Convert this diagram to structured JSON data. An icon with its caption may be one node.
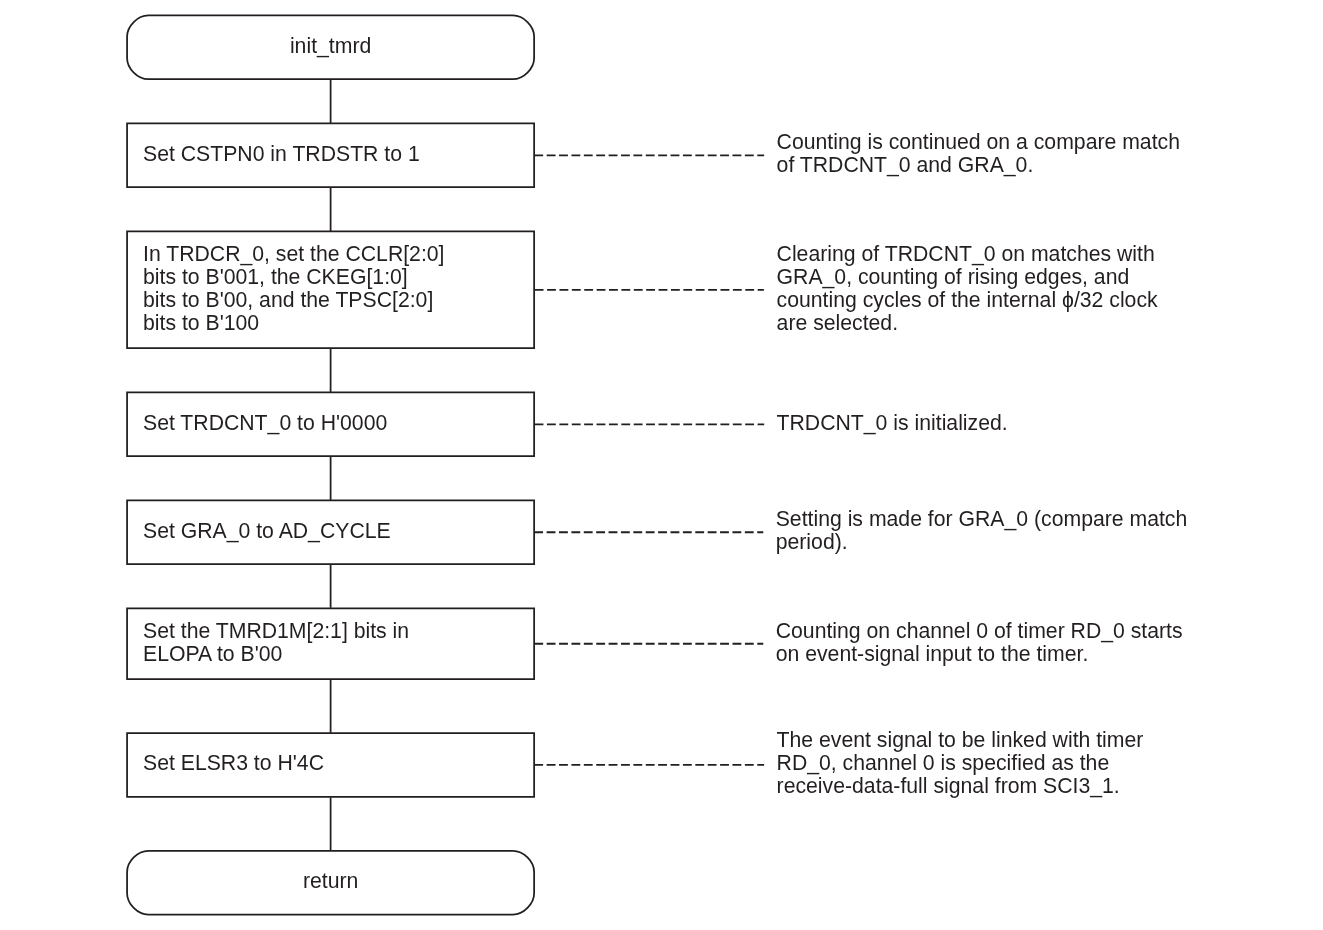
{
  "diagram": {
    "nodes": [
      {
        "text": [
          "init_tmrd"
        ]
      },
      {
        "text": [
          "Set CSTPN0 in TRDSTR to 1"
        ]
      },
      {
        "text": [
          "Counting is continued on a compare match of TRDCNT_0 and GRA_0."
        ]
      },
      {
        "text": [
          "In TRDCR_0, set the CCLR[2:0] bits to B'001, the CKEG[1:0] bits to B'00, and the TPSC[2:0] bits to B'100"
        ]
      },
      {
        "text": [
          "Clearing of TRDCNT_0 on matches with GRA_0, counting of rising edges, and counting cycles of the internal ϕ/32 clock are selected."
        ]
      },
      {
        "text": [
          "Set TRDCNT_0 to H'0000"
        ]
      },
      {
        "text": [
          "TRDCNT_0 is initialized."
        ]
      },
      {
        "text": [
          "Set GRA_0 to AD_CYCLE"
        ]
      },
      {
        "text": [
          "Setting is made for GRA_0 (compare match period)."
        ]
      },
      {
        "text": [
          "Set the TMRD1M[2:1] bits in ELOPA to B'00"
        ]
      },
      {
        "text": [
          "Counting on channel 0 of timer RD_0 starts on event-signal input to the timer."
        ]
      },
      {
        "text": [
          "Set ELSR3 to H'4C"
        ]
      },
      {
        "text": [
          "The event signal to be linked with timer RD_0, channel 0 is specified as the receive-data-full signal from SCI3_1."
        ]
      },
      {
        "text": [
          "return"
        ]
      }
    ],
    "edges": [
      {
        "from": 0,
        "to": 1,
        "arrow": "none"
      },
      {
        "from": 1,
        "to": 2,
        "arrow": "none",
        "style": "dashed"
      },
      {
        "from": 1,
        "to": 3,
        "arrow": "none"
      },
      {
        "from": 3,
        "to": 4,
        "arrow": "none",
        "style": "dashed"
      },
      {
        "from": 3,
        "to": 5,
        "arrow": "none"
      },
      {
        "from": 5,
        "to": 6,
        "arrow": "none",
        "style": "dashed"
      },
      {
        "from": 5,
        "to": 7,
        "arrow": "none"
      },
      {
        "from": 7,
        "to": 8,
        "arrow": "none",
        "style": "dashed"
      },
      {
        "from": 7,
        "to": 9,
        "arrow": "none"
      },
      {
        "from": 9,
        "to": 10,
        "arrow": "none",
        "style": "dashed"
      },
      {
        "from": 9,
        "to": 11,
        "arrow": "none"
      },
      {
        "from": 11,
        "to": 12,
        "arrow": "none",
        "style": "dashed"
      },
      {
        "from": 11,
        "to": 13,
        "arrow": "none"
      }
    ]
  }
}
